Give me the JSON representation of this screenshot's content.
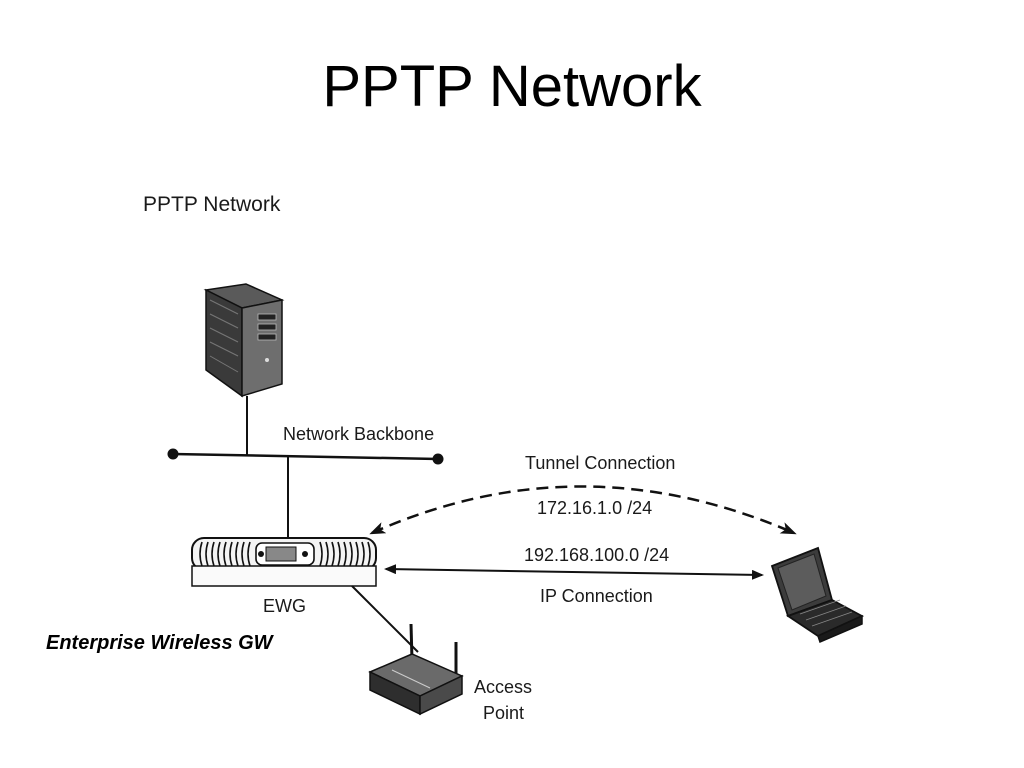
{
  "slide": {
    "title": "PPTP Network"
  },
  "diagram": {
    "subtitle": "PPTP Network",
    "backbone_label": "Network Backbone",
    "tunnel_label": "Tunnel Connection",
    "tunnel_subnet": "172.16.1.0 /24",
    "ip_subnet": "192.168.100.0 /24",
    "ip_label": "IP Connection",
    "ewg_label": "EWG",
    "access_point_label_line1": "Access",
    "access_point_label_line2": "Point",
    "caption": "Enterprise Wireless GW"
  },
  "icons": [
    "server-icon",
    "ewg-device-icon",
    "access-point-icon",
    "laptop-icon"
  ]
}
